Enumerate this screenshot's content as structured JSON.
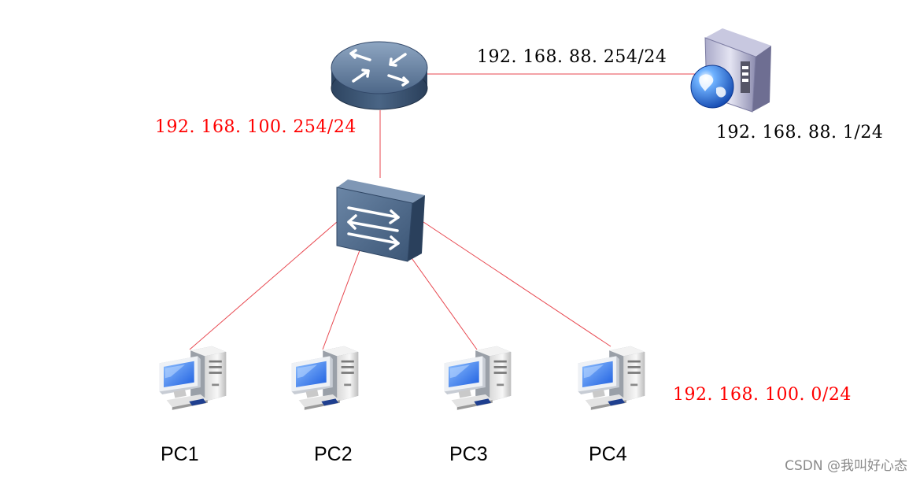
{
  "colors": {
    "link": "#e8474f",
    "label_red": "#ff0000",
    "label_black": "#000000",
    "device_blue": "#3d5777",
    "watermark": "#8a8a8a"
  },
  "labels": {
    "router_server_ip": "192. 168. 88. 254/24",
    "server_ip": "192. 168. 88. 1/24",
    "router_lan_ip": "192. 168. 100. 254/24",
    "pc_subnet": "192. 168. 100. 0/24"
  },
  "devices": {
    "router": {
      "icon": "router-icon"
    },
    "switch": {
      "icon": "switch-icon"
    },
    "server": {
      "icon": "server-globe-icon"
    },
    "pcs": [
      {
        "label": "PC1",
        "icon": "pc-icon"
      },
      {
        "label": "PC2",
        "icon": "pc-icon"
      },
      {
        "label": "PC3",
        "icon": "pc-icon"
      },
      {
        "label": "PC4",
        "icon": "pc-icon"
      }
    ]
  },
  "watermark": "CSDN @我叫好心态"
}
